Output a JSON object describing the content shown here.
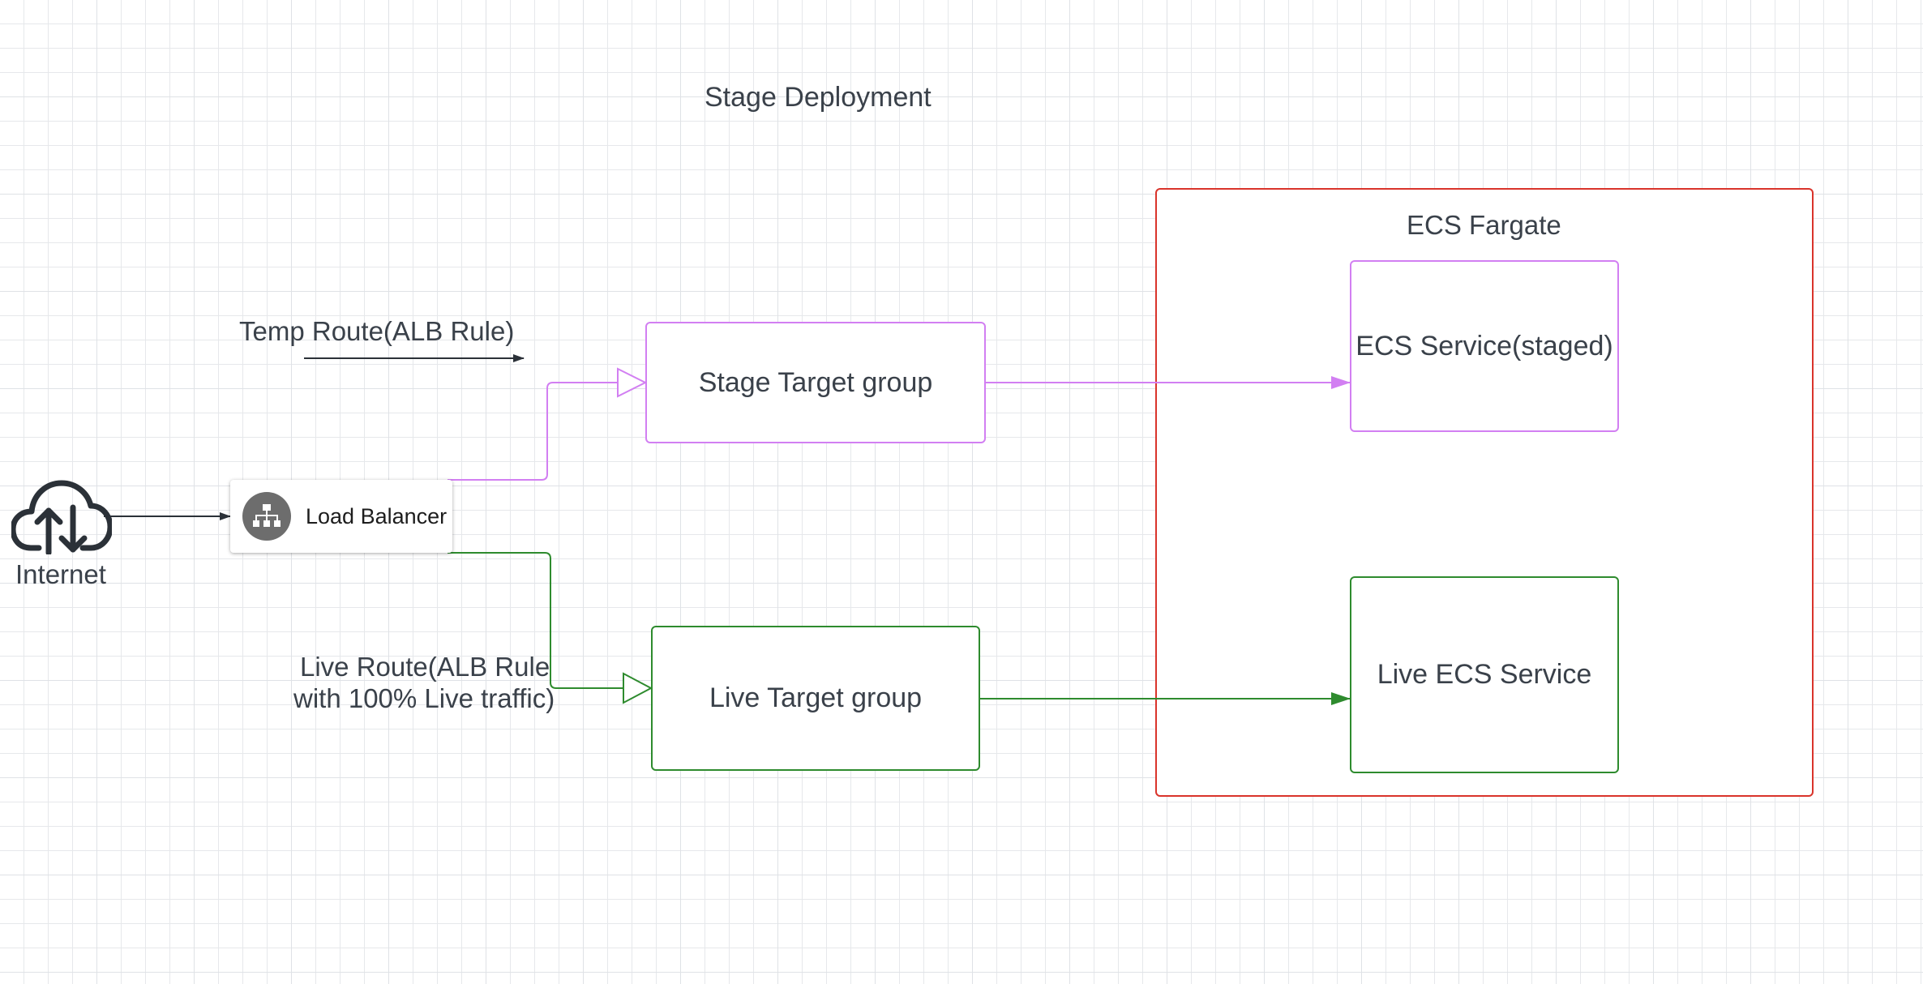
{
  "diagram": {
    "title": "Stage Deployment",
    "internet": {
      "label": "Internet",
      "icon": "cloud-upload-download-icon"
    },
    "load_balancer": {
      "label": "Load Balancer",
      "icon": "load-balancer-hierarchy-icon"
    },
    "routes": {
      "temp": "Temp Route(ALB Rule)",
      "live_line1": "Live Route(ALB Rule",
      "live_line2": "with 100% Live traffic)"
    },
    "stage_target_group": "Stage Target group",
    "live_target_group": "Live Target group",
    "ecs_fargate": {
      "label": "ECS Fargate",
      "staged_service": "ECS Service(staged)",
      "live_service": "Live ECS Service"
    },
    "colors": {
      "stage": "#d27ff2",
      "live": "#2e8b2e",
      "fargate_border": "#d9342b",
      "text": "#3a414a"
    }
  }
}
